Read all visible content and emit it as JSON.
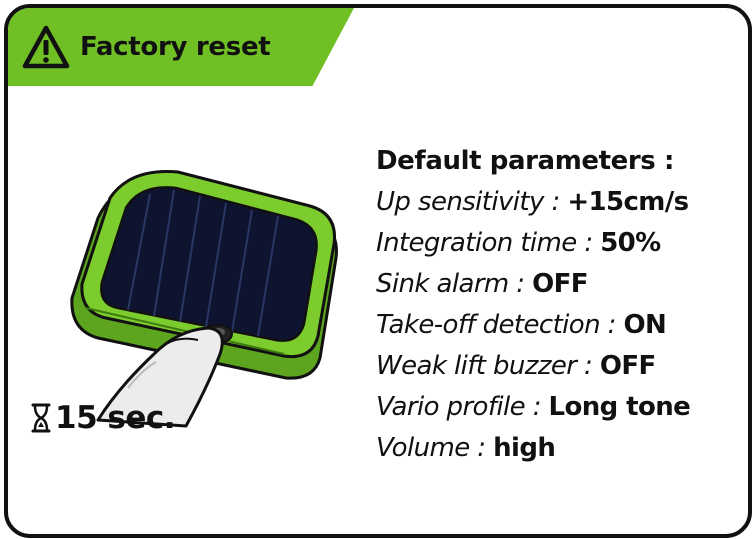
{
  "header": {
    "title": "Factory reset",
    "icon": "warning-icon",
    "banner_color": "#6fbf25"
  },
  "timer": {
    "icon": "hourglass-icon",
    "text": "15 sec."
  },
  "params": {
    "title": "Default parameters :",
    "items": [
      {
        "label": "Up sensitivity",
        "value": "+15cm/s"
      },
      {
        "label": "Integration time",
        "value": "50%"
      },
      {
        "label": "Sink alarm",
        "value": "OFF"
      },
      {
        "label": "Take-off detection",
        "value": "ON"
      },
      {
        "label": "Weak lift buzzer",
        "value": "OFF"
      },
      {
        "label": "Vario profile",
        "value": "Long tone"
      },
      {
        "label": "Volume",
        "value": "high"
      }
    ]
  },
  "device": {
    "body_color": "#7ccc2e",
    "panel_color": "#0e1430"
  }
}
